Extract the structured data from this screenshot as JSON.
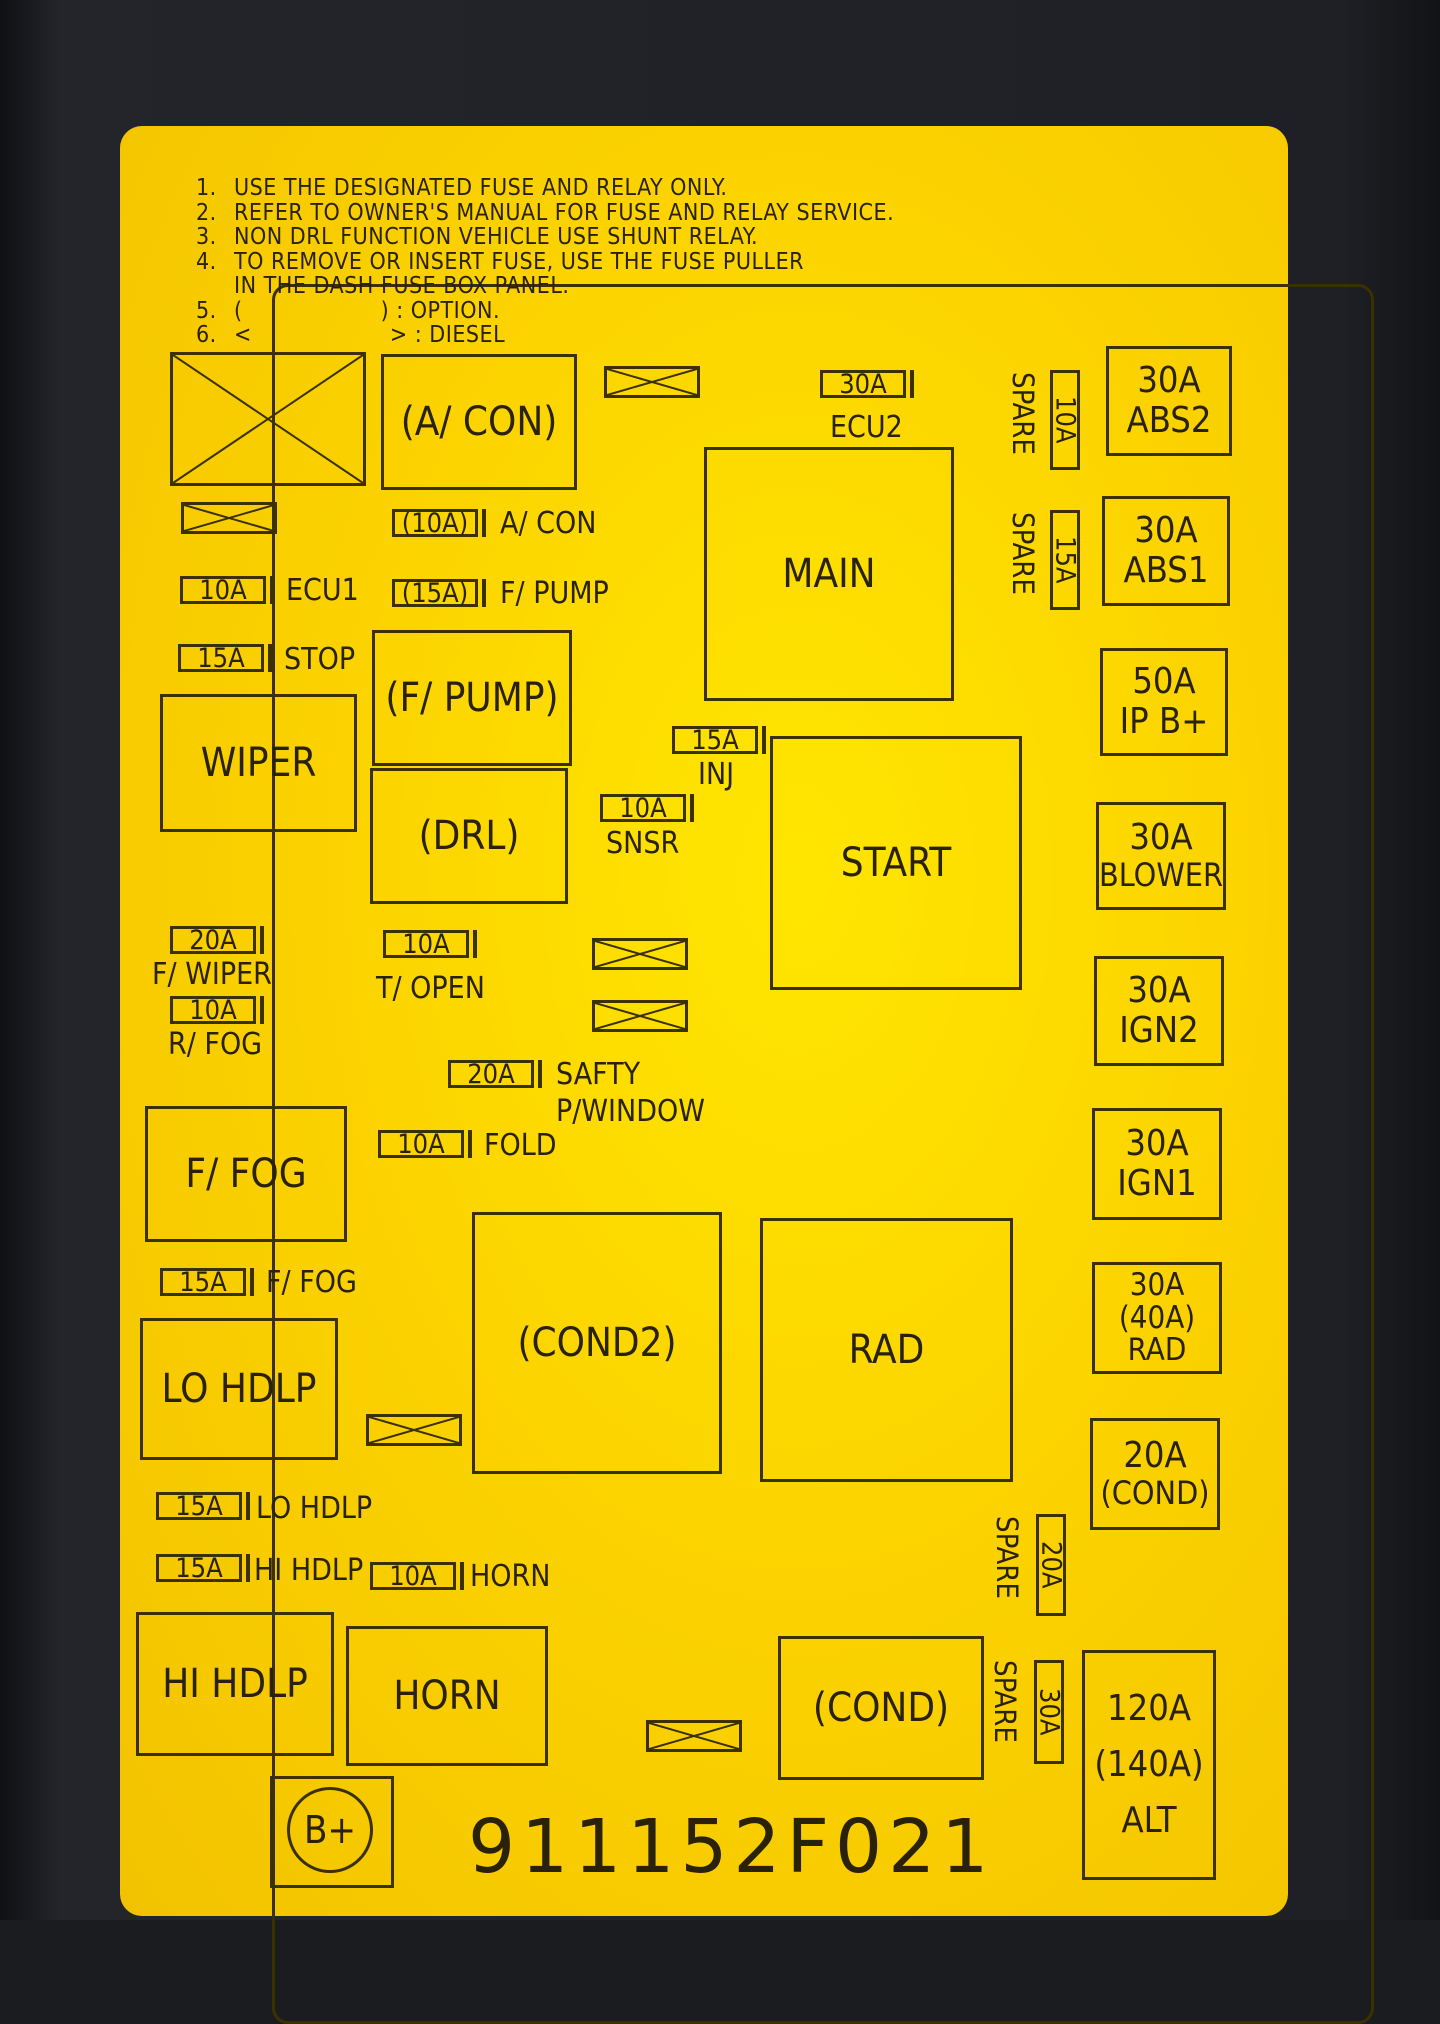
{
  "notes": [
    {
      "num": "1.",
      "text": "USE THE DESIGNATED FUSE AND RELAY ONLY."
    },
    {
      "num": "2.",
      "text": "REFER TO OWNER'S MANUAL FOR FUSE AND RELAY SERVICE."
    },
    {
      "num": "3.",
      "text": "NON DRL FUNCTION VEHICLE USE SHUNT RELAY."
    },
    {
      "num": "4.",
      "text": "TO REMOVE OR INSERT FUSE, USE THE FUSE PULLER"
    },
    {
      "num": "",
      "text": "IN THE DASH FUSE BOX PANEL."
    }
  ],
  "legend": [
    {
      "num": "5.",
      "open": "(",
      "close": ") : OPTION."
    },
    {
      "num": "6.",
      "open": "<",
      "close": "> : DIESEL"
    }
  ],
  "relays": {
    "a_con": "(A/ CON)",
    "f_pump": "(F/ PUMP)",
    "drl": "(DRL)",
    "wiper": "WIPER",
    "main": "MAIN",
    "start": "START",
    "f_fog": "F/ FOG",
    "lo_hdlp": "LO HDLP",
    "cond2": "(COND2)",
    "rad": "RAD",
    "hi_hdlp": "HI HDLP",
    "horn": "HORN",
    "cond": "(COND)"
  },
  "fuses": {
    "ecu2": {
      "amp": "30A",
      "name": "ECU2"
    },
    "a_con": {
      "amp": "(10A)",
      "name": "A/ CON"
    },
    "ecu1": {
      "amp": "10A",
      "name": "ECU1"
    },
    "f_pump": {
      "amp": "(15A)",
      "name": "F/ PUMP"
    },
    "stop": {
      "amp": "15A",
      "name": "STOP"
    },
    "inj": {
      "amp": "15A",
      "name": "INJ"
    },
    "snsr": {
      "amp": "10A",
      "name": "SNSR"
    },
    "f_wiper": {
      "amp": "20A",
      "name": "F/ WIPER"
    },
    "r_fog": {
      "amp": "10A",
      "name": "R/ FOG"
    },
    "t_open": {
      "amp": "10A",
      "name": "T/ OPEN"
    },
    "safety": {
      "amp": "20A",
      "name1": "SAFTY",
      "name2": "P/WINDOW"
    },
    "fold": {
      "amp": "10A",
      "name": "FOLD"
    },
    "f_fog": {
      "amp": "15A",
      "name": "F/ FOG"
    },
    "lo_hdlp": {
      "amp": "15A",
      "name": "LO HDLP"
    },
    "hi_hdlp": {
      "amp": "15A",
      "name": "HI HDLP"
    },
    "horn": {
      "amp": "10A",
      "name": "HORN"
    }
  },
  "spares": [
    {
      "amp": "10A",
      "label": "SPARE"
    },
    {
      "amp": "15A",
      "label": "SPARE"
    },
    {
      "amp": "20A",
      "label": "SPARE"
    },
    {
      "amp": "30A",
      "label": "SPARE"
    }
  ],
  "fusible_links": [
    {
      "amp": "30A",
      "name": "ABS2"
    },
    {
      "amp": "30A",
      "name": "ABS1"
    },
    {
      "amp": "50A",
      "name": "IP B+"
    },
    {
      "amp": "30A",
      "name": "BLOWER"
    },
    {
      "amp": "30A",
      "name": "IGN2"
    },
    {
      "amp": "30A",
      "name": "IGN1"
    },
    {
      "amp": "30A",
      "alt": "(40A)",
      "name": "RAD"
    },
    {
      "amp": "20A",
      "name": "(COND)"
    },
    {
      "amp": "120A",
      "alt": "(140A)",
      "name": "ALT"
    }
  ],
  "battery_terminal": "B+",
  "part_number": "911152F021"
}
